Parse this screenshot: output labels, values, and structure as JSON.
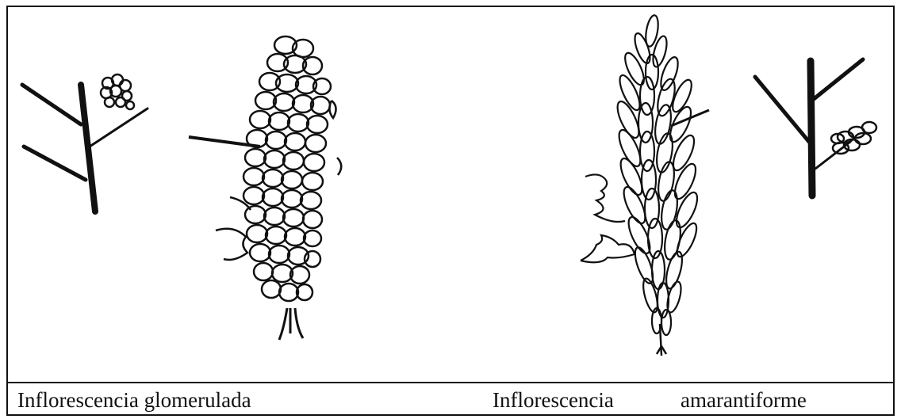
{
  "captions": {
    "left": "Inflorescencia glomerulada",
    "right_word1": "Inflorescencia",
    "right_word2": "amarantiforme"
  },
  "colors": {
    "ink": "#111111",
    "background": "#ffffff"
  },
  "icons": [
    "branch-detail-glomerulate-icon",
    "glomerulate-inflorescence-icon",
    "amarantiform-inflorescence-icon",
    "branch-detail-amarantiform-icon"
  ]
}
